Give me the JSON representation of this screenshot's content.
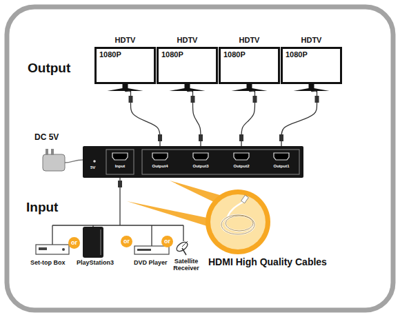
{
  "diagram": {
    "nodes": [
      {
        "text": [
          "HDTV",
          "1080P"
        ]
      },
      {
        "text": [
          "HDTV",
          "1080P"
        ]
      },
      {
        "text": [
          "HDTV",
          "1080P"
        ]
      },
      {
        "text": [
          "HDTV",
          "1080P"
        ]
      },
      {
        "text": [
          "5V"
        ]
      },
      {
        "text": [
          "Input"
        ],
        "in": 4
      },
      {
        "text": [
          "Output4"
        ],
        "in": 4
      },
      {
        "text": [
          "Output3"
        ],
        "in": 4
      },
      {
        "text": [
          "Output2"
        ],
        "in": 4
      },
      {
        "text": [
          "Output1"
        ],
        "in": 4
      },
      {
        "text": [
          "or"
        ]
      },
      {
        "text": [
          "or"
        ]
      },
      {
        "text": [
          "or"
        ]
      }
    ],
    "edges": [
      {
        "from": 0,
        "to": 6,
        "arrow": "none"
      },
      {
        "from": 1,
        "to": 7,
        "arrow": "none"
      },
      {
        "from": 2,
        "to": 8,
        "arrow": "none"
      },
      {
        "from": 3,
        "to": 9,
        "arrow": "none"
      }
    ],
    "labels": [
      "Output",
      "DC 5V",
      "Input",
      "Set-top Box",
      "PlayStation3",
      "DVD Player",
      "Satellite Receiver",
      "HDMI High Quality Cables"
    ]
  }
}
